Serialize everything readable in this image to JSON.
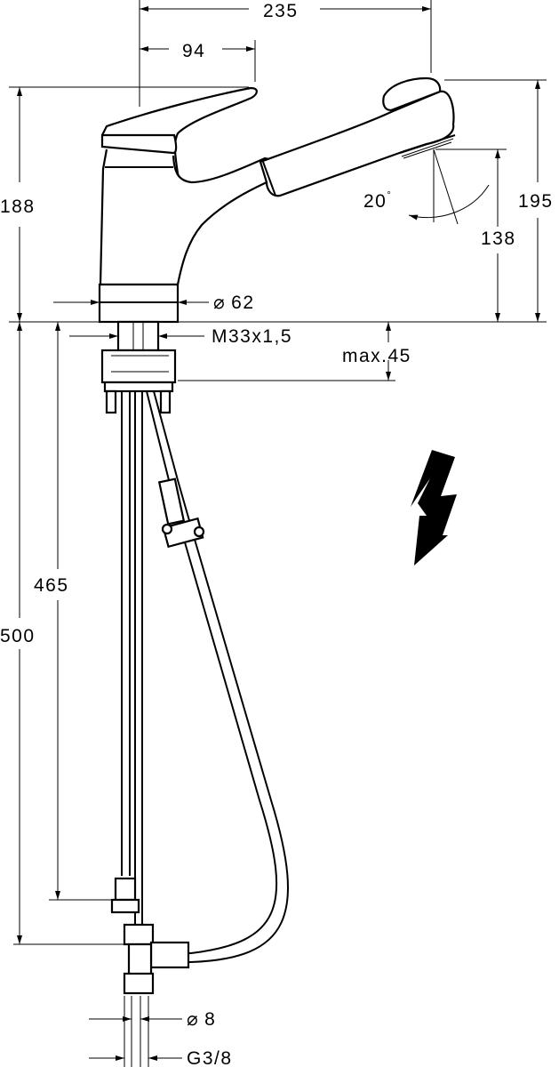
{
  "dimensions": {
    "overall_width": "235",
    "lever_offset": "94",
    "body_height": "188",
    "overall_height": "195",
    "spout_height": "138",
    "spray_angle": "20",
    "base_diameter": "62",
    "thread": "M33x1,5",
    "max_deck": "max.45",
    "hose_length_465": "465",
    "hose_length_500": "500",
    "pipe_diameter": "8",
    "connection_thread": "G3/8"
  },
  "symbols": {
    "diameter_symbol": "⌀",
    "degree_symbol": "°",
    "electric_icon": "lightning-bolt-icon"
  }
}
